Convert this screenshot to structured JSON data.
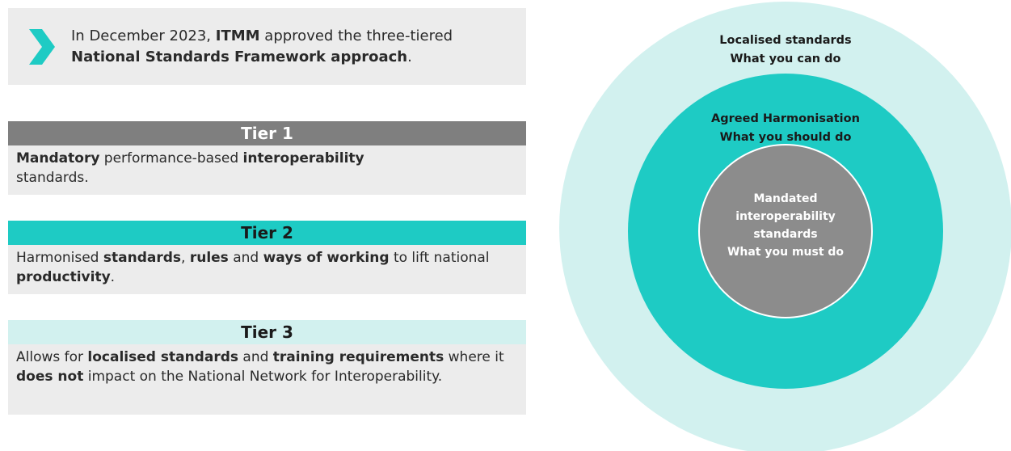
{
  "intro": {
    "icon": "chevron-right-icon",
    "icon_color": "#1ecbc4",
    "line1_part1": "In December 2023, ",
    "line1_bold": "ITMM",
    "line1_part2": " approved the three-tiered",
    "line2_bold": "National Standards Framework approach",
    "line2_end": "."
  },
  "tiers": [
    {
      "title": "Tier 1",
      "color": "#7f7f7f",
      "parts": [
        "Mandatory",
        " performance-based ",
        "interoperability",
        " standards."
      ]
    },
    {
      "title": "Tier 2",
      "color": "#1ecbc4",
      "parts": [
        "Harmonised ",
        "standards",
        ", ",
        "rules",
        " and ",
        "ways of working",
        " to lift national ",
        "productivity",
        "."
      ]
    },
    {
      "title": "Tier 3",
      "color": "#d2f1ef",
      "parts": [
        "Allows for ",
        "localised standards",
        " and ",
        "training requirements",
        " where it ",
        "does not",
        " impact on the National Network for Interoperability."
      ]
    }
  ],
  "circles": {
    "outer": {
      "line1": "Localised standards",
      "line2": "What you can do",
      "color": "#d2f1ef"
    },
    "middle": {
      "line1": "Agreed Harmonisation",
      "line2": "What you should do",
      "color": "#1ecbc4"
    },
    "inner": {
      "line1": "Mandated",
      "line2": "interoperability",
      "line3": "standards",
      "line4": "What you must do",
      "color": "#8c8c8c"
    }
  }
}
